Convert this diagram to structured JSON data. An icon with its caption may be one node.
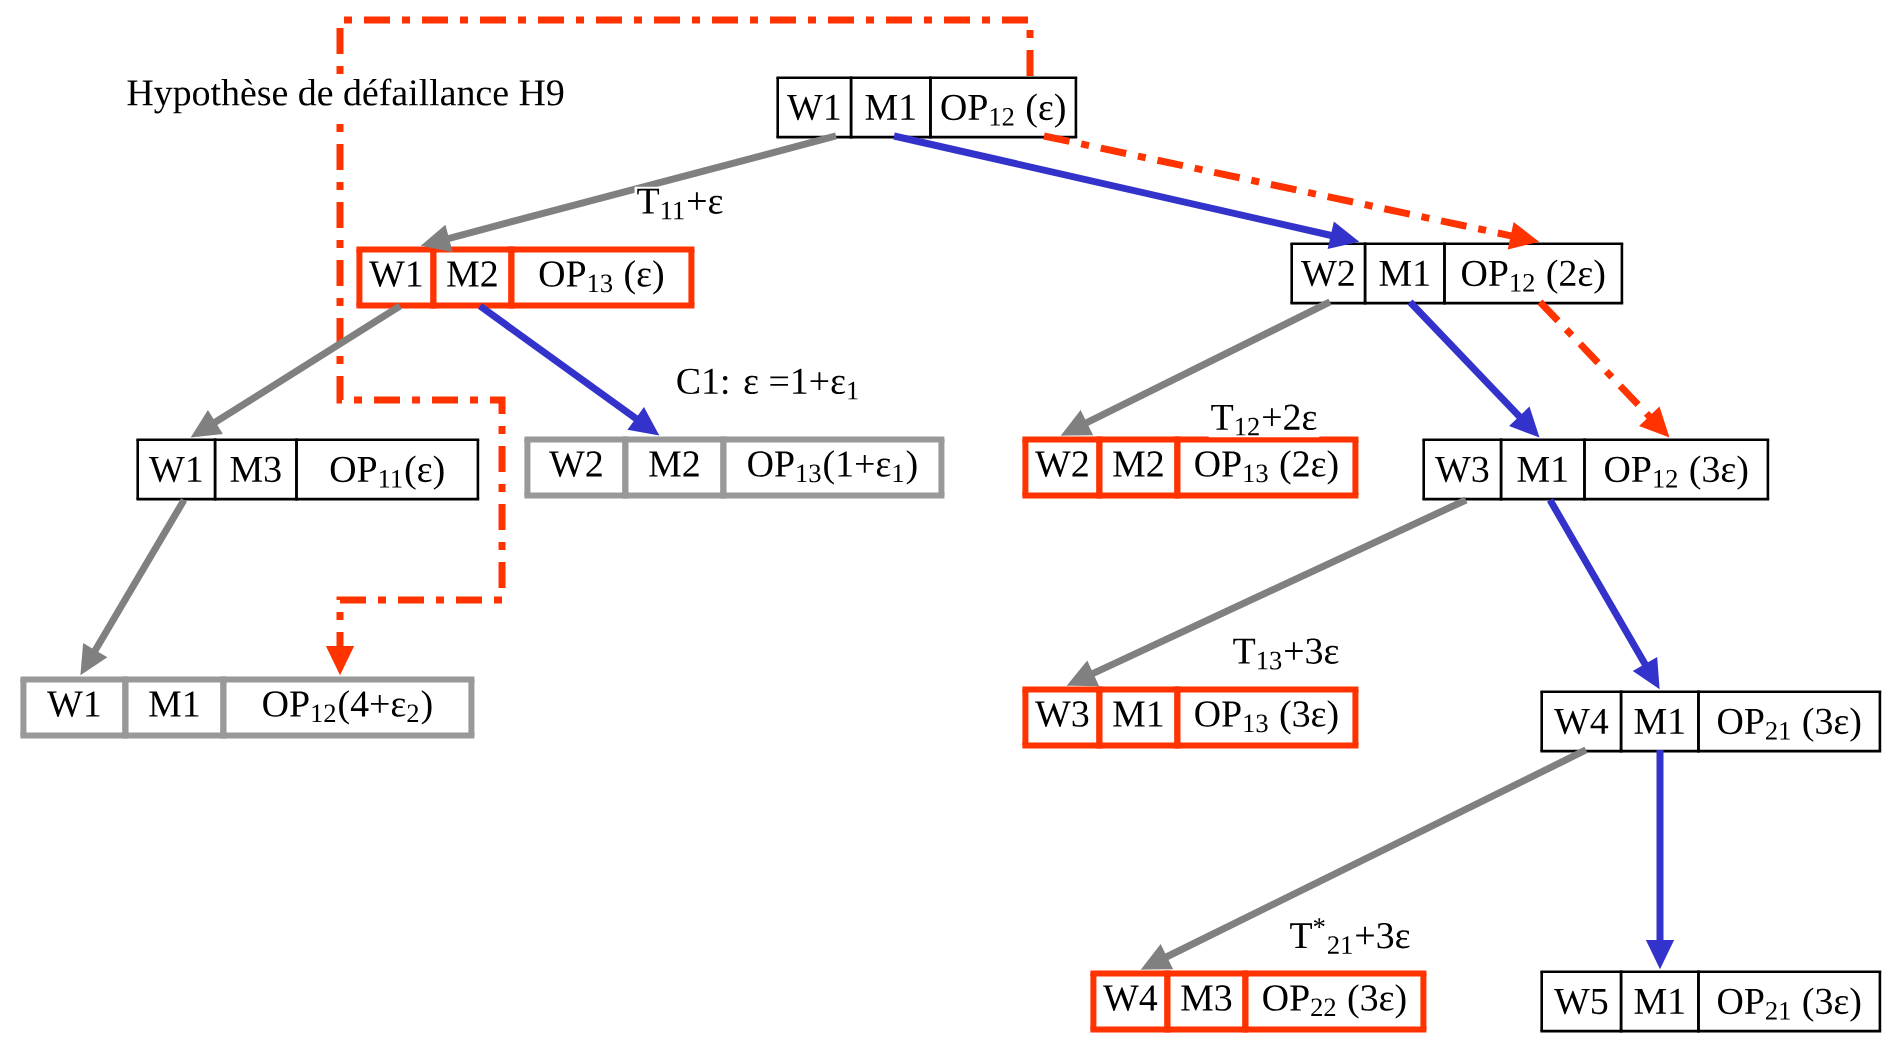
{
  "diagram": {
    "nodes": [
      {
        "text": [
          "W1",
          "M1",
          "OP$_{12}$ (ε)"
        ]
      },
      {
        "text": [
          "W1",
          "M2",
          "OP$_{13}$ (ε)"
        ]
      },
      {
        "text": [
          "W2",
          "M1",
          "OP$_{12}$ (2ε)"
        ]
      },
      {
        "text": [
          "W1",
          "M3",
          "OP$_{11}$(ε)"
        ]
      },
      {
        "text": [
          "W2",
          "M2",
          "OP$_{13}$(1+ε$_{1}$)"
        ]
      },
      {
        "text": [
          "W2",
          "M2",
          "OP$_{13}$ (2ε)"
        ]
      },
      {
        "text": [
          "W3",
          "M1",
          "OP$_{12}$ (3ε)"
        ]
      },
      {
        "text": [
          "W1",
          "M1",
          "OP$_{12}$(4+ε$_{2}$)"
        ]
      },
      {
        "text": [
          "W3",
          "M1",
          "OP$_{13}$ (3ε)"
        ]
      },
      {
        "text": [
          "W4",
          "M1",
          "OP$_{21}$ (3ε)"
        ]
      },
      {
        "text": [
          "W4",
          "M3",
          "OP$_{22}$ (3ε)"
        ]
      },
      {
        "text": [
          "W5",
          "M1",
          "OP$_{21}$ (3ε)"
        ]
      }
    ],
    "edges": [
      {
        "from": 0,
        "to": 1,
        "arrow": "to",
        "label": "T$_{11}$+ε"
      },
      {
        "from": 0,
        "to": 2,
        "arrow": "to",
        "color": "#3333cc"
      },
      {
        "from": 0,
        "to": 2,
        "arrow": "to",
        "style": "dashed",
        "color": "#ff3300"
      },
      {
        "from": 0,
        "to": 7,
        "arrow": "to",
        "style": "dashed",
        "color": "#ff3300"
      },
      {
        "from": 1,
        "to": 3,
        "arrow": "to"
      },
      {
        "from": 1,
        "to": 4,
        "arrow": "to",
        "color": "#3333cc",
        "label": "C1: ε =1+ε$_{1}$"
      },
      {
        "from": 2,
        "to": 5,
        "arrow": "to",
        "label": "T$_{12}$+2ε"
      },
      {
        "from": 2,
        "to": 6,
        "arrow": "to",
        "color": "#3333cc"
      },
      {
        "from": 2,
        "to": 6,
        "arrow": "to",
        "style": "dashed",
        "color": "#ff3300"
      },
      {
        "from": 3,
        "to": 7,
        "arrow": "to"
      },
      {
        "from": 6,
        "to": 8,
        "arrow": "to",
        "label": "T$_{13}$+3ε"
      },
      {
        "from": 6,
        "to": 9,
        "arrow": "to",
        "color": "#3333cc"
      },
      {
        "from": 9,
        "to": 10,
        "arrow": "to",
        "label": "T$^{*}$$_{21}$+3ε"
      },
      {
        "from": 9,
        "to": 11,
        "arrow": "to",
        "color": "#3333cc"
      }
    ],
    "labels": [
      "Hypothèse de défaillance H9"
    ]
  }
}
